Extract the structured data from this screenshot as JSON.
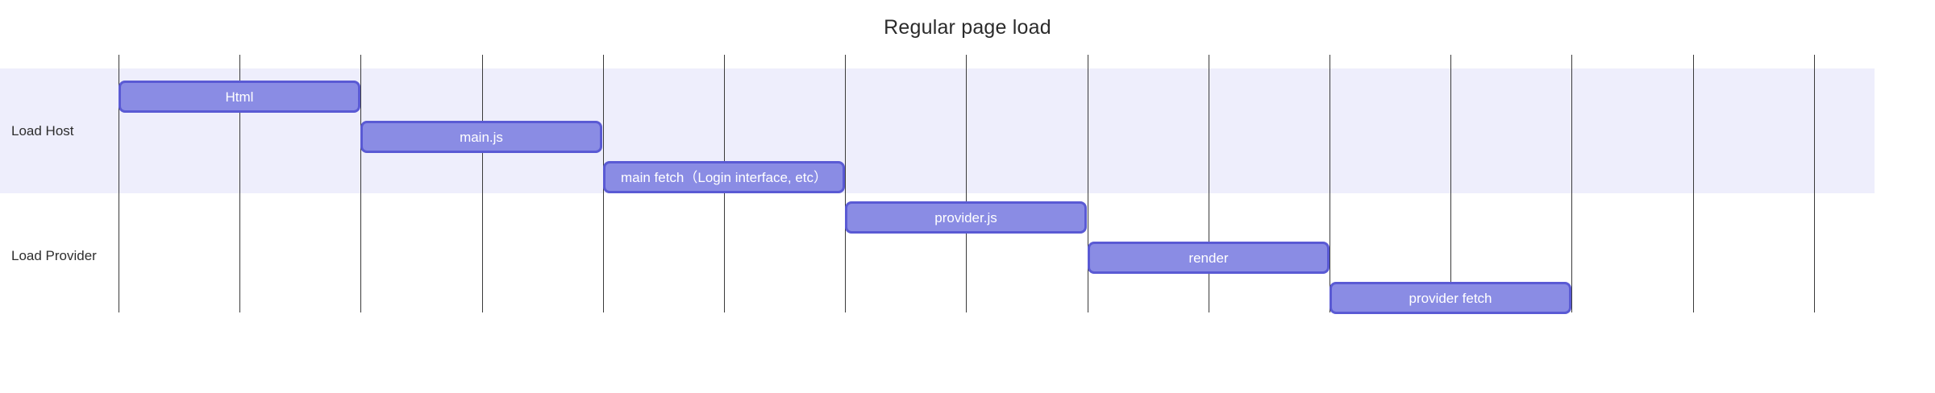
{
  "chart_data": {
    "type": "bar",
    "title": "Regular page load",
    "xlabel": "",
    "ylabel": "",
    "grid": true,
    "legend_position": "none",
    "orientation": "horizontal",
    "subtype": "gantt-timeline",
    "categories": [
      "Load Host",
      "Load Provider"
    ],
    "x": {
      "tick_labels": [
        "",
        "",
        "",
        "",
        "",
        "",
        "",
        "",
        "",
        "",
        "",
        "",
        "",
        "",
        ""
      ],
      "gridline_count": 15,
      "unit": "grid-step",
      "range": [
        0,
        14
      ]
    },
    "bar_colors": {
      "fill": "#8a8ce4",
      "border": "#5a5ad4",
      "label": "#ffffff"
    },
    "row_band_colors": {
      "shaded": "#eeeefc",
      "plain": "#ffffff"
    },
    "gridline_color": "#3a3a3a",
    "title_color": "#2b2b2b",
    "tasks": [
      {
        "label": "Html",
        "row": "Load Host",
        "start": 0,
        "end": 2,
        "lane": 0
      },
      {
        "label": "main.js",
        "row": "Load Host",
        "start": 2,
        "end": 4,
        "lane": 1
      },
      {
        "label": "main fetch（Login interface, etc）",
        "row": "Load Host",
        "start": 4,
        "end": 6,
        "lane": 2
      },
      {
        "label": "provider.js",
        "row": "Load Provider",
        "start": 6,
        "end": 8,
        "lane": 3
      },
      {
        "label": "render",
        "row": "Load Provider",
        "start": 8,
        "end": 10,
        "lane": 4
      },
      {
        "label": "provider fetch",
        "row": "Load Provider",
        "start": 10,
        "end": 12,
        "lane": 5
      }
    ],
    "series": [
      {
        "name": "Load Host",
        "values": [
          2,
          2,
          2
        ]
      },
      {
        "name": "Load Provider",
        "values": [
          2,
          2,
          2
        ]
      }
    ]
  },
  "rows": [
    {
      "label": "Load Host",
      "band": "shaded"
    },
    {
      "label": "Load Provider",
      "band": "plain"
    }
  ]
}
